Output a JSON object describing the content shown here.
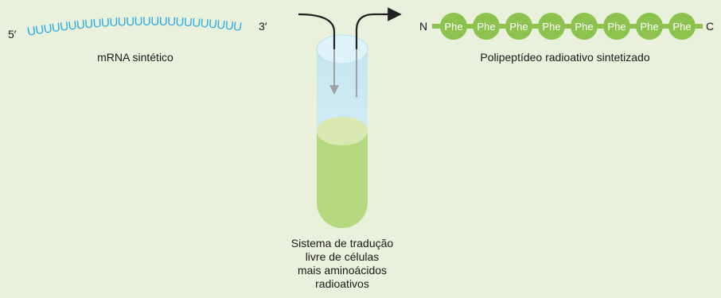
{
  "mrna": {
    "five_prime": "5′",
    "three_prime": "3′",
    "sequence": "UUUUUUUUUUUUUUUUUUUUUUUUUU",
    "label": "mRNA sintético",
    "color": "#29a9e1"
  },
  "polypeptide": {
    "n_terminus": "N",
    "c_terminus": "C",
    "residues": [
      "Phe",
      "Phe",
      "Phe",
      "Phe",
      "Phe",
      "Phe",
      "Phe",
      "Phe"
    ],
    "label": "Polipeptídeo radioativo sintetizado",
    "bead_color": "#8cc24d",
    "link_color": "#8cc24d"
  },
  "tube": {
    "label_lines": [
      "Sistema de tradução",
      "livre de células",
      "mais aminoácidos",
      "radioativos"
    ],
    "liquid_color": "#b5d97f",
    "glass_color": "#cbe7f5"
  },
  "colors": {
    "background": "#e9f0dc",
    "arrow": "#222222"
  }
}
